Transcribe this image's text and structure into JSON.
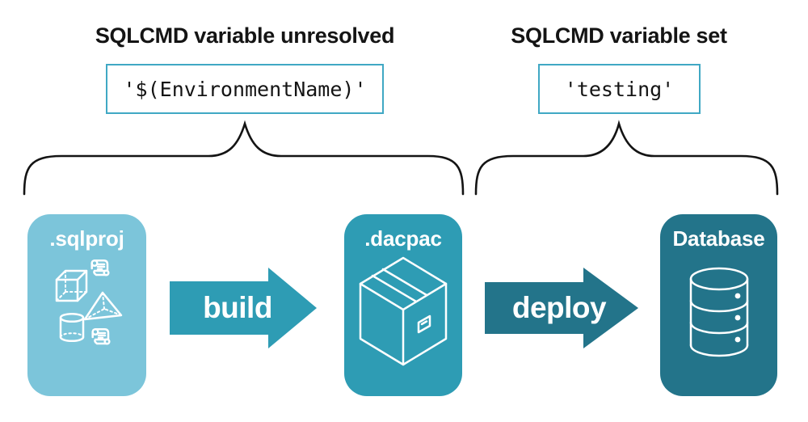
{
  "headings": {
    "unresolved": "SQLCMD variable unresolved",
    "set": "SQLCMD variable set"
  },
  "code_boxes": {
    "unresolved": "'$(EnvironmentName)'",
    "set": "'testing'"
  },
  "pipeline": {
    "nodes": [
      {
        "id": "sqlproj",
        "label": ".sqlproj",
        "icon": "sql-project-objects-icon"
      },
      {
        "id": "dacpac",
        "label": ".dacpac",
        "icon": "package-box-icon"
      },
      {
        "id": "database",
        "label": "Database",
        "icon": "database-cylinder-icon"
      }
    ],
    "arrows": [
      {
        "id": "build",
        "label": "build"
      },
      {
        "id": "deploy",
        "label": "deploy"
      }
    ]
  },
  "icons": {
    "sqlproj_cluster": [
      "cube-icon",
      "script-scroll-icon",
      "pyramid-icon",
      "cylinder-icon",
      "script-scroll-icon"
    ],
    "dacpac": "package-box-icon",
    "database": "database-cylinder-icon"
  },
  "colors": {
    "light": "#7CC5DA",
    "mid": "#2E9CB4",
    "dark": "#23748A",
    "border": "#40A8C4",
    "ink": "#141414",
    "background": "#FFFFFF"
  }
}
